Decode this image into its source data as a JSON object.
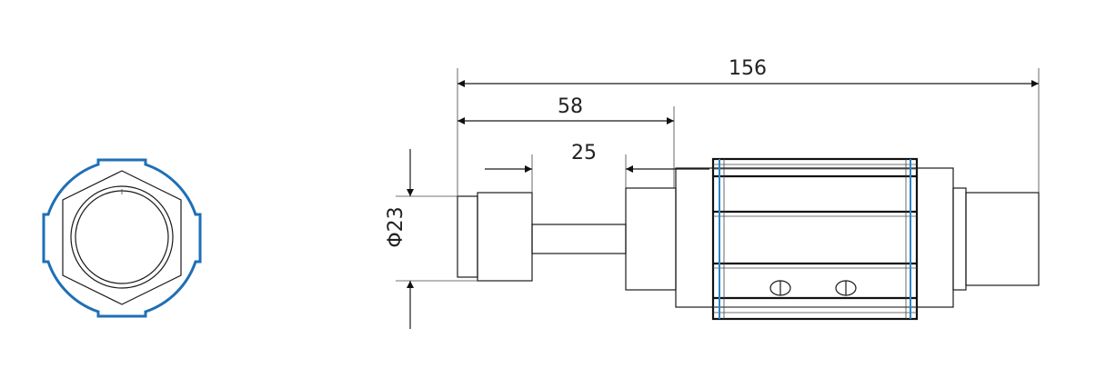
{
  "dimensions": {
    "overall_length": "156",
    "section_length": "58",
    "gap_length": "25",
    "diameter": "Φ23"
  },
  "colors": {
    "line": "#1a1a1a",
    "outline_accent": "#1f6fb5"
  }
}
